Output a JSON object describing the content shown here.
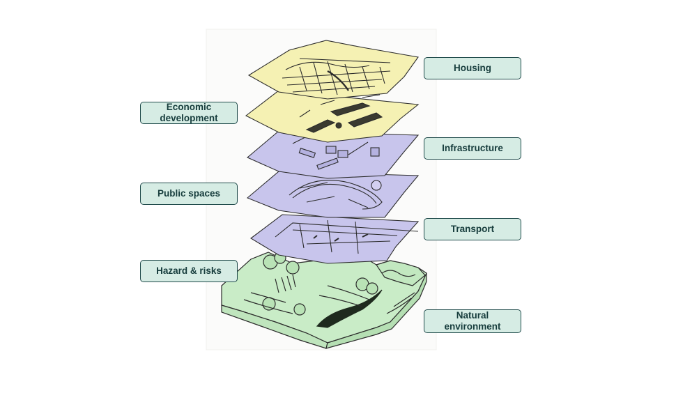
{
  "colors": {
    "housing_layer": "#f5f1b3",
    "infrastructure_layer": "#c8c5ec",
    "terrain": "#c9ecc7",
    "label_fill": "#d6ece4",
    "label_border": "#1f4a4a",
    "label_text": "#163c3c",
    "sketch_ink": "#2b2b2b"
  },
  "labels": {
    "housing": "Housing",
    "economic_development": "Economic\ndevelopment",
    "infrastructure": "Infrastructure",
    "public_spaces": "Public spaces",
    "transport": "Transport",
    "hazard_risks": "Hazard & risks",
    "natural_environment": "Natural\nenvironment"
  }
}
